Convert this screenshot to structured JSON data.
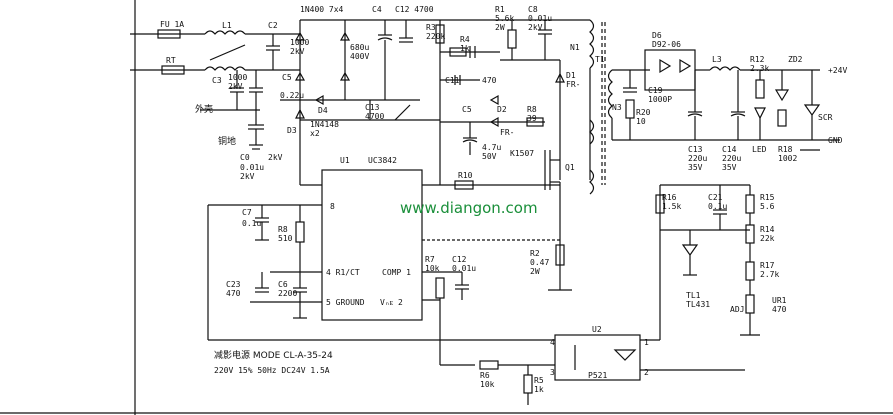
{
  "labels": {
    "fu1": "FU 1A",
    "rt": "RT",
    "l1": "L1",
    "c2": "C2",
    "c2v": "1000\n2kV",
    "c3": "C3",
    "c3v": "1000\n2kV",
    "shell": "外壳",
    "mid": "铜地",
    "c0": "C0",
    "c0v": "0.01u\n2kV",
    "d_bridge": "1N400 7x4",
    "c4": "C4",
    "c4v": "680u\n400V",
    "c12top": "C12 4700",
    "c5a": "C5",
    "c5av": "0.22u",
    "d4": "D4",
    "d3": "D3",
    "d3v": "1N4148\nx2",
    "c13": "C13\n4700",
    "r3": "R3\n220k",
    "r4": "R4\n1k",
    "c11": "C11",
    "c11v": "470",
    "r1": "R1\n5.6k\n2W",
    "c8": "C8\n0.01u\n2kV",
    "n1": "N1",
    "d1": "D1\nFR-",
    "t1": "T1",
    "c5b": "C5",
    "d2": "D2",
    "d2v": "FR-",
    "r8": "R8\n39",
    "c5bv": "4.7u\n50V",
    "k1507": "K1507",
    "q1": "Q1",
    "u1": "U1",
    "uc3842": "UC3842",
    "r10": "R10",
    "c7": "C7",
    "c7v": "0.1u",
    "r8b": "R8\n510",
    "r2": "R2\n0.47\n2W",
    "pin8": "8",
    "pin4": "4 R1/CT",
    "pin5": "5 GROUND",
    "comp": "COMP 1",
    "vfb": "Vₙᴇ 2",
    "r7": "R7\n10k",
    "c12b": "C12\n0.01u",
    "c23": "C23\n470",
    "c6": "C6\n2200",
    "r6": "R6\n10k",
    "r5": "R5\n1k",
    "u2": "U2",
    "p521": "P521",
    "d6": "D6\nD92-06",
    "c19": "C19\n1000P",
    "n3": "N3",
    "r20": "R20\n10",
    "l3": "L3",
    "r12": "R12\n2.3k",
    "zd2": "ZD2",
    "out": "+24V",
    "gnd": "GND",
    "c13b": "C13\n220u\n35V",
    "c14": "C14\n220u\n35V",
    "led": "LED",
    "r18": "R18\n1002",
    "scr": "SCR",
    "r16": "R16\n1.5k",
    "c21": "C21\n0.1u",
    "r15": "R15\n5.6",
    "r14": "R14\n22k",
    "tl1": "TL1\nTL431",
    "r17": "R17\n2.7k",
    "ur1": "UR1\n470",
    "adj": "ADJ",
    "caption1": "减影电源  MODE CL-A-35-24",
    "caption2": "220V 15% 50Hz DC24V 1.5A",
    "watermark": "www.diangon.com",
    "pin1": "1",
    "pin2": "2",
    "pin3": "3",
    "pin4b": "4",
    "two_kv": "2kV"
  }
}
